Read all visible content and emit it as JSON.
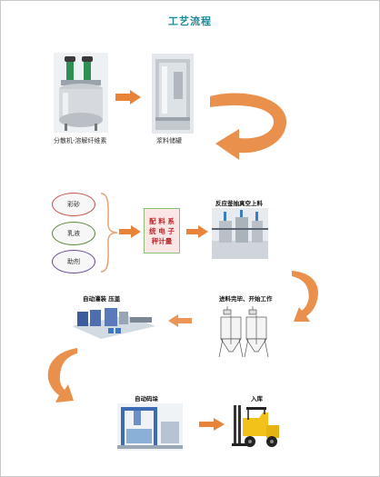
{
  "title": "工艺流程",
  "steps": {
    "disperser": "分散机-溶解纤维素",
    "slurry_tank": "浆料储罐",
    "sand": "彩砂",
    "emulsion": "乳液",
    "additive": "助剂",
    "ratio_system": "配 料 系 统 电 子 秤计量",
    "reactor": "反应釜抽真空上料",
    "feed_done": "进料完毕、开始工作",
    "auto_fill": "自动灌装 压盖",
    "auto_stack": "自动码垛",
    "storage": "入库"
  },
  "colors": {
    "title": "#1d8a96",
    "arrow_orange": "#e8843a",
    "ratio_text": "#c0282c",
    "ratio_border": "#8bc27a",
    "ratio_fill": "#fbe6e6"
  }
}
